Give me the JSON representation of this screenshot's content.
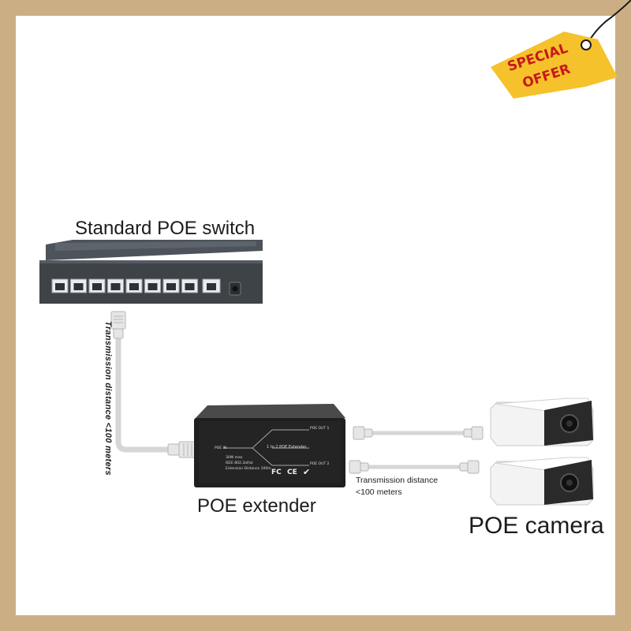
{
  "sticker": {
    "line1": "SPECIAL",
    "line2": "OFFER"
  },
  "labels": {
    "switch": "Standard POE switch",
    "extender": "POE extender",
    "camera": "POE camera",
    "distance_vertical": "Transmission distance <100 meters",
    "distance_horizontal": "Transmission distance <100 meters"
  },
  "extender_device": {
    "title": "1 to 2 POE Extender",
    "in": "POE IN",
    "out1": "POE OUT 1",
    "out2": "POE OUT 2",
    "spec1": "30W max",
    "spec2": "IEEE 802.3af/at",
    "spec3": "Extension Distance 100m"
  },
  "colors": {
    "frame": "#cbae84",
    "sticker": "#f5c22b",
    "sticker_text": "#c8181c",
    "switch_body": "#4a4f55",
    "extender_body": "#222222",
    "cable": "#d8d8d8"
  }
}
